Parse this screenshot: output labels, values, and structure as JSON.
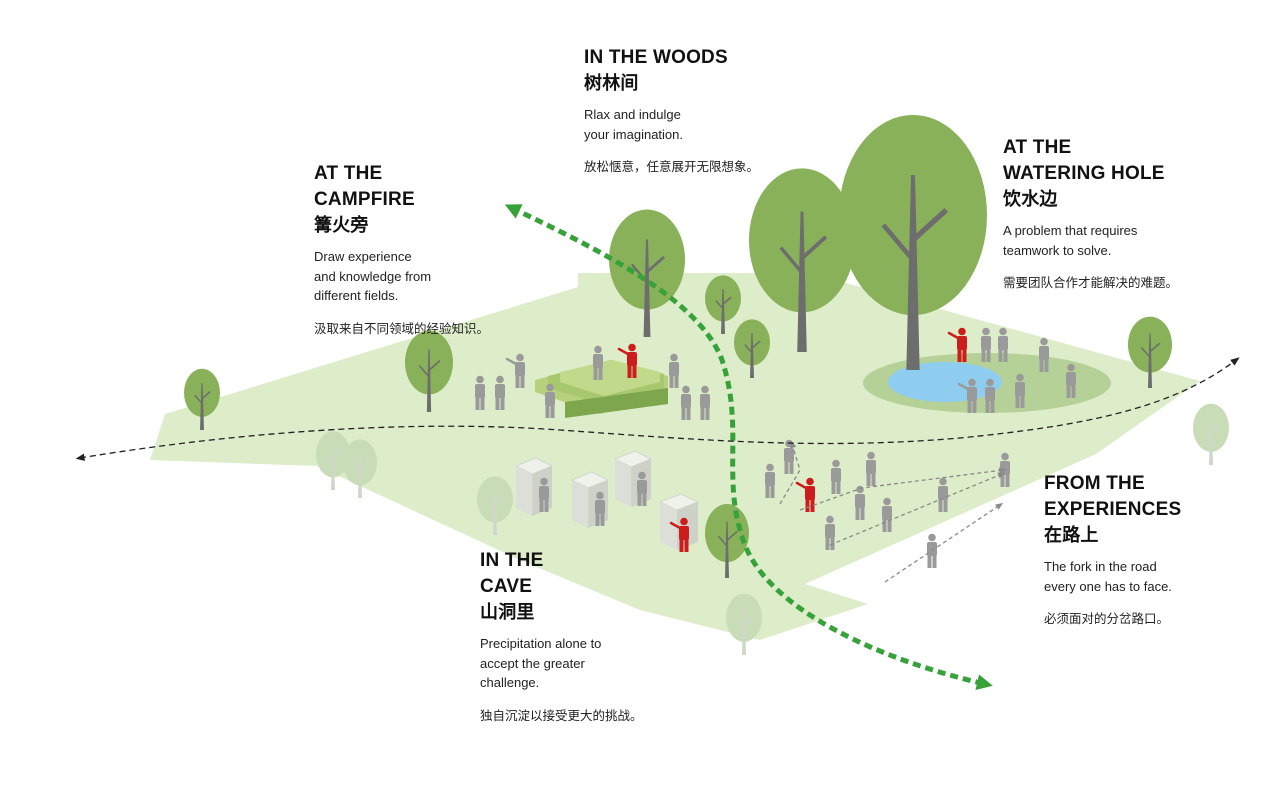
{
  "zones": [
    {
      "id": "woods",
      "title_lines": [
        "IN THE WOODS"
      ],
      "title_zh": "树林间",
      "desc_lines": [
        "Rlax and indulge",
        "your imagination."
      ],
      "desc_zh": "放松惬意，任意展开无限想象。"
    },
    {
      "id": "campfire",
      "title_lines": [
        "AT THE",
        "CAMPFIRE"
      ],
      "title_zh": "篝火旁",
      "desc_lines": [
        "Draw experience",
        "and knowledge from",
        "different fields."
      ],
      "desc_zh": "汲取来自不同领域的经验知识。"
    },
    {
      "id": "watering",
      "title_lines": [
        "AT THE",
        "WATERING HOLE"
      ],
      "title_zh": "饮水边",
      "desc_lines": [
        "A problem that requires",
        "teamwork to solve."
      ],
      "desc_zh": "需要团队合作才能解决的难题。"
    },
    {
      "id": "experiences",
      "title_lines": [
        "FROM THE",
        "EXPERIENCES"
      ],
      "title_zh": "在路上",
      "desc_lines": [
        "The fork in the road",
        "every one has to face."
      ],
      "desc_zh": "必须面对的分岔路口。"
    },
    {
      "id": "cave",
      "title_lines": [
        "IN THE",
        "CAVE"
      ],
      "title_zh": "山洞里",
      "desc_lines": [
        "Precipitation alone to",
        "accept the greater",
        "challenge."
      ],
      "desc_zh": "独自沉淀以接受更大的挑战。"
    }
  ],
  "colors": {
    "ground": "#ddecc9",
    "ground_edge": "#cfe4b6",
    "tree": "#88b15a",
    "tree_light": "#c9dcb8",
    "trunk": "#6d6d6d",
    "person": "#9a9a9a",
    "leader": "#cc1c1c",
    "pond": "#8ecdf0",
    "pond_ring": "#b6d198",
    "path_green": "#37a23a",
    "path_dash": "#222222",
    "stage": "#9fc262"
  },
  "icons": [
    "tree-icon",
    "person-icon",
    "leader-person-icon",
    "pond-icon",
    "cave-box-icon",
    "stage-icon",
    "arrow-icon"
  ]
}
